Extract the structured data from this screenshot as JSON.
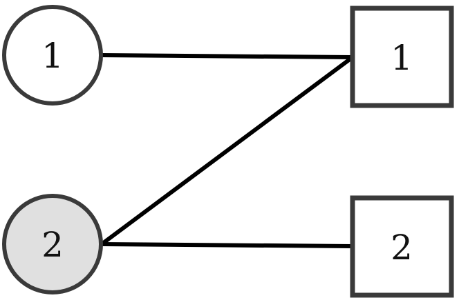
{
  "colors": {
    "stroke": "#3a3a3a",
    "edge": "#000000",
    "node_fill": "#ffffff",
    "highlight_fill": "#e0e0e0",
    "text": "#111111"
  },
  "left_nodes": [
    {
      "label": "1",
      "shape": "circle",
      "highlighted": false
    },
    {
      "label": "2",
      "shape": "circle",
      "highlighted": true
    }
  ],
  "right_nodes": [
    {
      "label": "1",
      "shape": "square"
    },
    {
      "label": "2",
      "shape": "square"
    }
  ],
  "edges": [
    {
      "from": "left-1",
      "to": "right-1"
    },
    {
      "from": "left-2",
      "to": "right-1"
    },
    {
      "from": "left-2",
      "to": "right-2"
    }
  ]
}
